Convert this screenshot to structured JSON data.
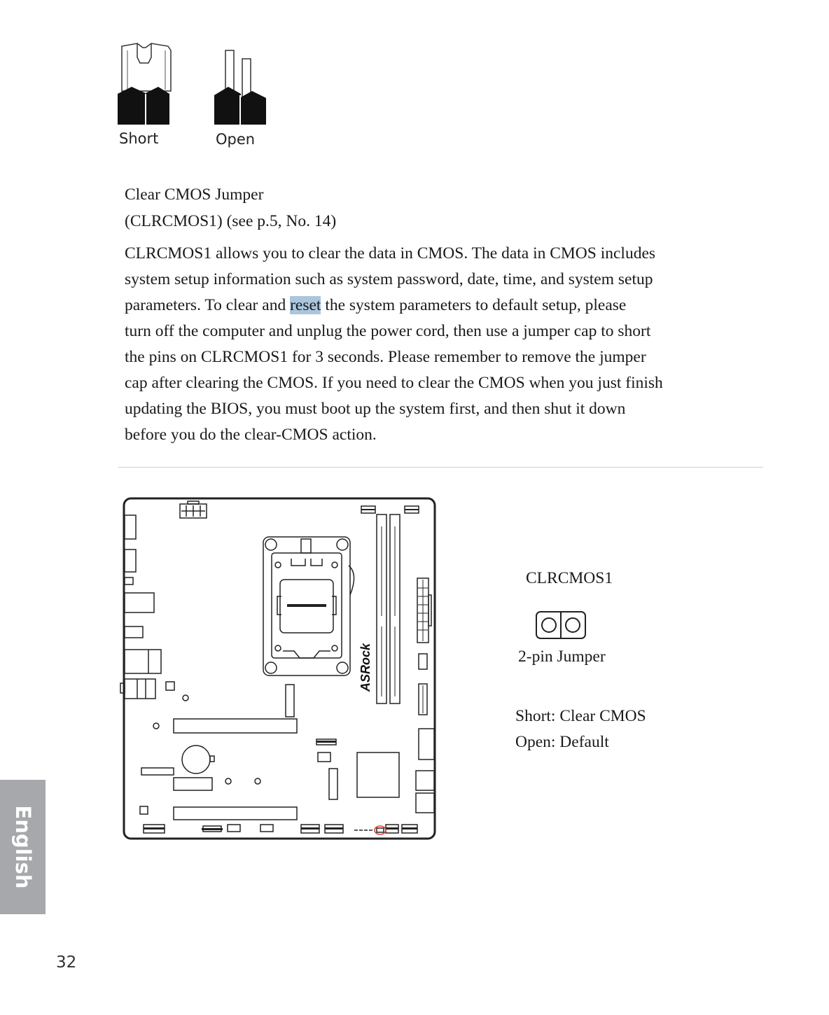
{
  "jumpers": {
    "short_label": "Short",
    "open_label": "Open"
  },
  "section": {
    "title": "Clear CMOS Jumper",
    "subtitle": "(CLRCMOS1) (see p.5, No. 14)",
    "lines": [
      "CLRCMOS1 allows you to clear the data in CMOS. The data in CMOS includes",
      "system setup information such as system password, date, time, and system setup",
      "parameters. To clear and ",
      "turn off the computer and unplug the power cord, then use a jumper cap to short",
      "the pins on CLRCMOS1 for 3 seconds. Please remember to remove the jumper",
      "cap after clearing the CMOS. If you need to clear the CMOS when you just finish",
      "updating the BIOS, you must boot up the system first, and then shut it down",
      "before you do the clear-CMOS action."
    ],
    "highlight_word": "reset",
    "line3_rest": " the system parameters to default setup, please"
  },
  "board": {
    "brand": "ASRock"
  },
  "diagram": {
    "header_name": "CLRCMOS1",
    "jumper_type": "2-pin Jumper",
    "short_state": "Short: Clear CMOS",
    "open_state": "Open: Default"
  },
  "side_tab": {
    "language": "English"
  },
  "page_number": "32"
}
